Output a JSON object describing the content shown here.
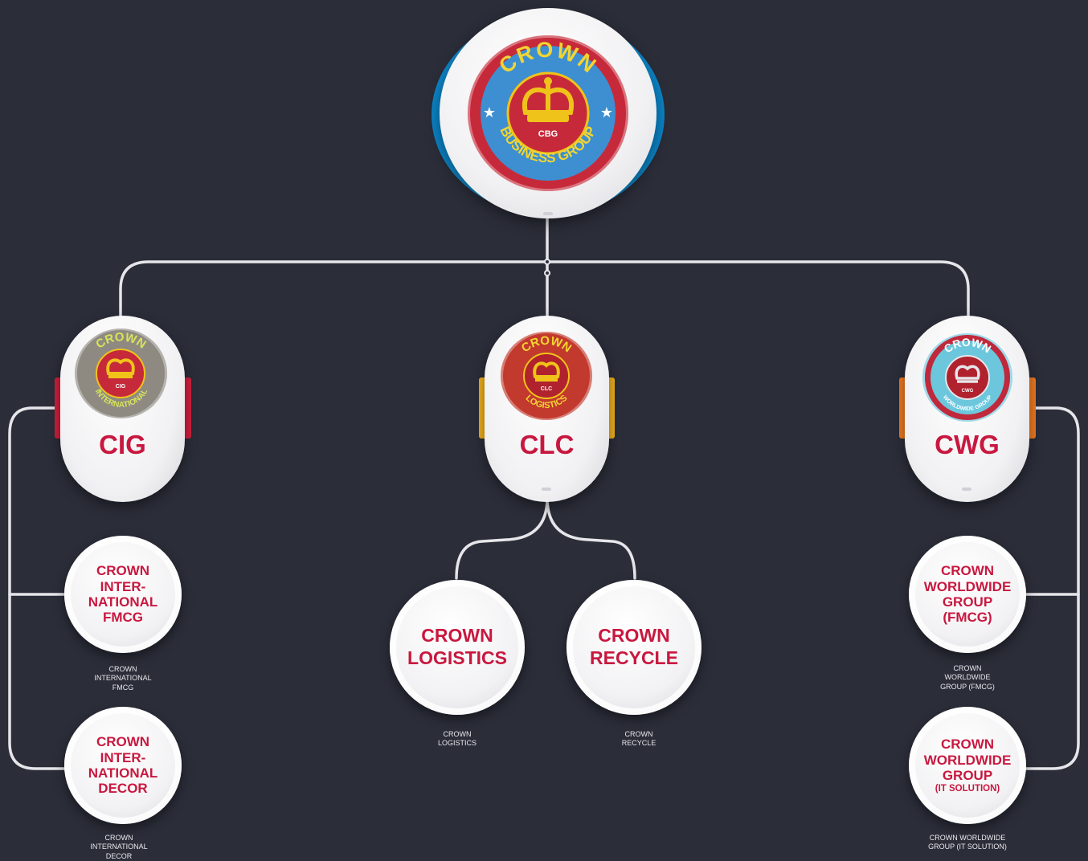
{
  "colors": {
    "background": "#2b2d39",
    "connector": "#e6e6ea",
    "title_red": "#c8183f",
    "accent_blue": "#1aa0e0",
    "accent_red": "#d41f3f",
    "accent_yellow": "#f2b11c",
    "accent_orange": "#f07a22"
  },
  "root": {
    "logo_ring_text": "CROWN",
    "logo_bottom_text": "BUSINESS GROUP",
    "logo_center_text": "CBG"
  },
  "groups": [
    {
      "id": "cig",
      "title": "CIG",
      "logo_ring_text": "CROWN",
      "logo_bottom_text": "INTERNATIONAL",
      "logo_center_text": "CIG",
      "children": [
        {
          "label_lines": [
            "CROWN",
            "INTER-",
            "NATIONAL",
            "FMCG"
          ],
          "caption_lines": [
            "CROWN",
            "INTERNATIONAL",
            "FMCG"
          ]
        },
        {
          "label_lines": [
            "CROWN",
            "INTER-",
            "NATIONAL",
            "DECOR"
          ],
          "caption_lines": [
            "CROWN",
            "INTERNATIONAL",
            "DECOR"
          ]
        }
      ]
    },
    {
      "id": "clc",
      "title": "CLC",
      "logo_ring_text": "CROWN",
      "logo_bottom_text": "LOGISTICS",
      "logo_center_text": "CLC",
      "children": [
        {
          "label_lines": [
            "CROWN",
            "LOGISTICS"
          ],
          "caption_lines": [
            "CROWN",
            "LOGISTICS"
          ]
        },
        {
          "label_lines": [
            "CROWN",
            "RECYCLE"
          ],
          "caption_lines": [
            "CROWN",
            "RECYCLE"
          ]
        }
      ]
    },
    {
      "id": "cwg",
      "title": "CWG",
      "logo_ring_text": "CROWN",
      "logo_bottom_text": "WORLDWIDE GROUP",
      "logo_center_text": "CWG",
      "children": [
        {
          "label_lines": [
            "CROWN",
            "WORLDWIDE",
            "GROUP",
            "(FMCG)"
          ],
          "caption_lines": [
            "CROWN",
            "WORLDWIDE",
            "GROUP (FMCG)"
          ]
        },
        {
          "label_lines": [
            "CROWN",
            "WORLDWIDE",
            "GROUP",
            "(IT SOLUTION)"
          ],
          "caption_lines": [
            "CROWN WORLDWIDE",
            "GROUP (IT SOLUTION)"
          ]
        }
      ]
    }
  ]
}
